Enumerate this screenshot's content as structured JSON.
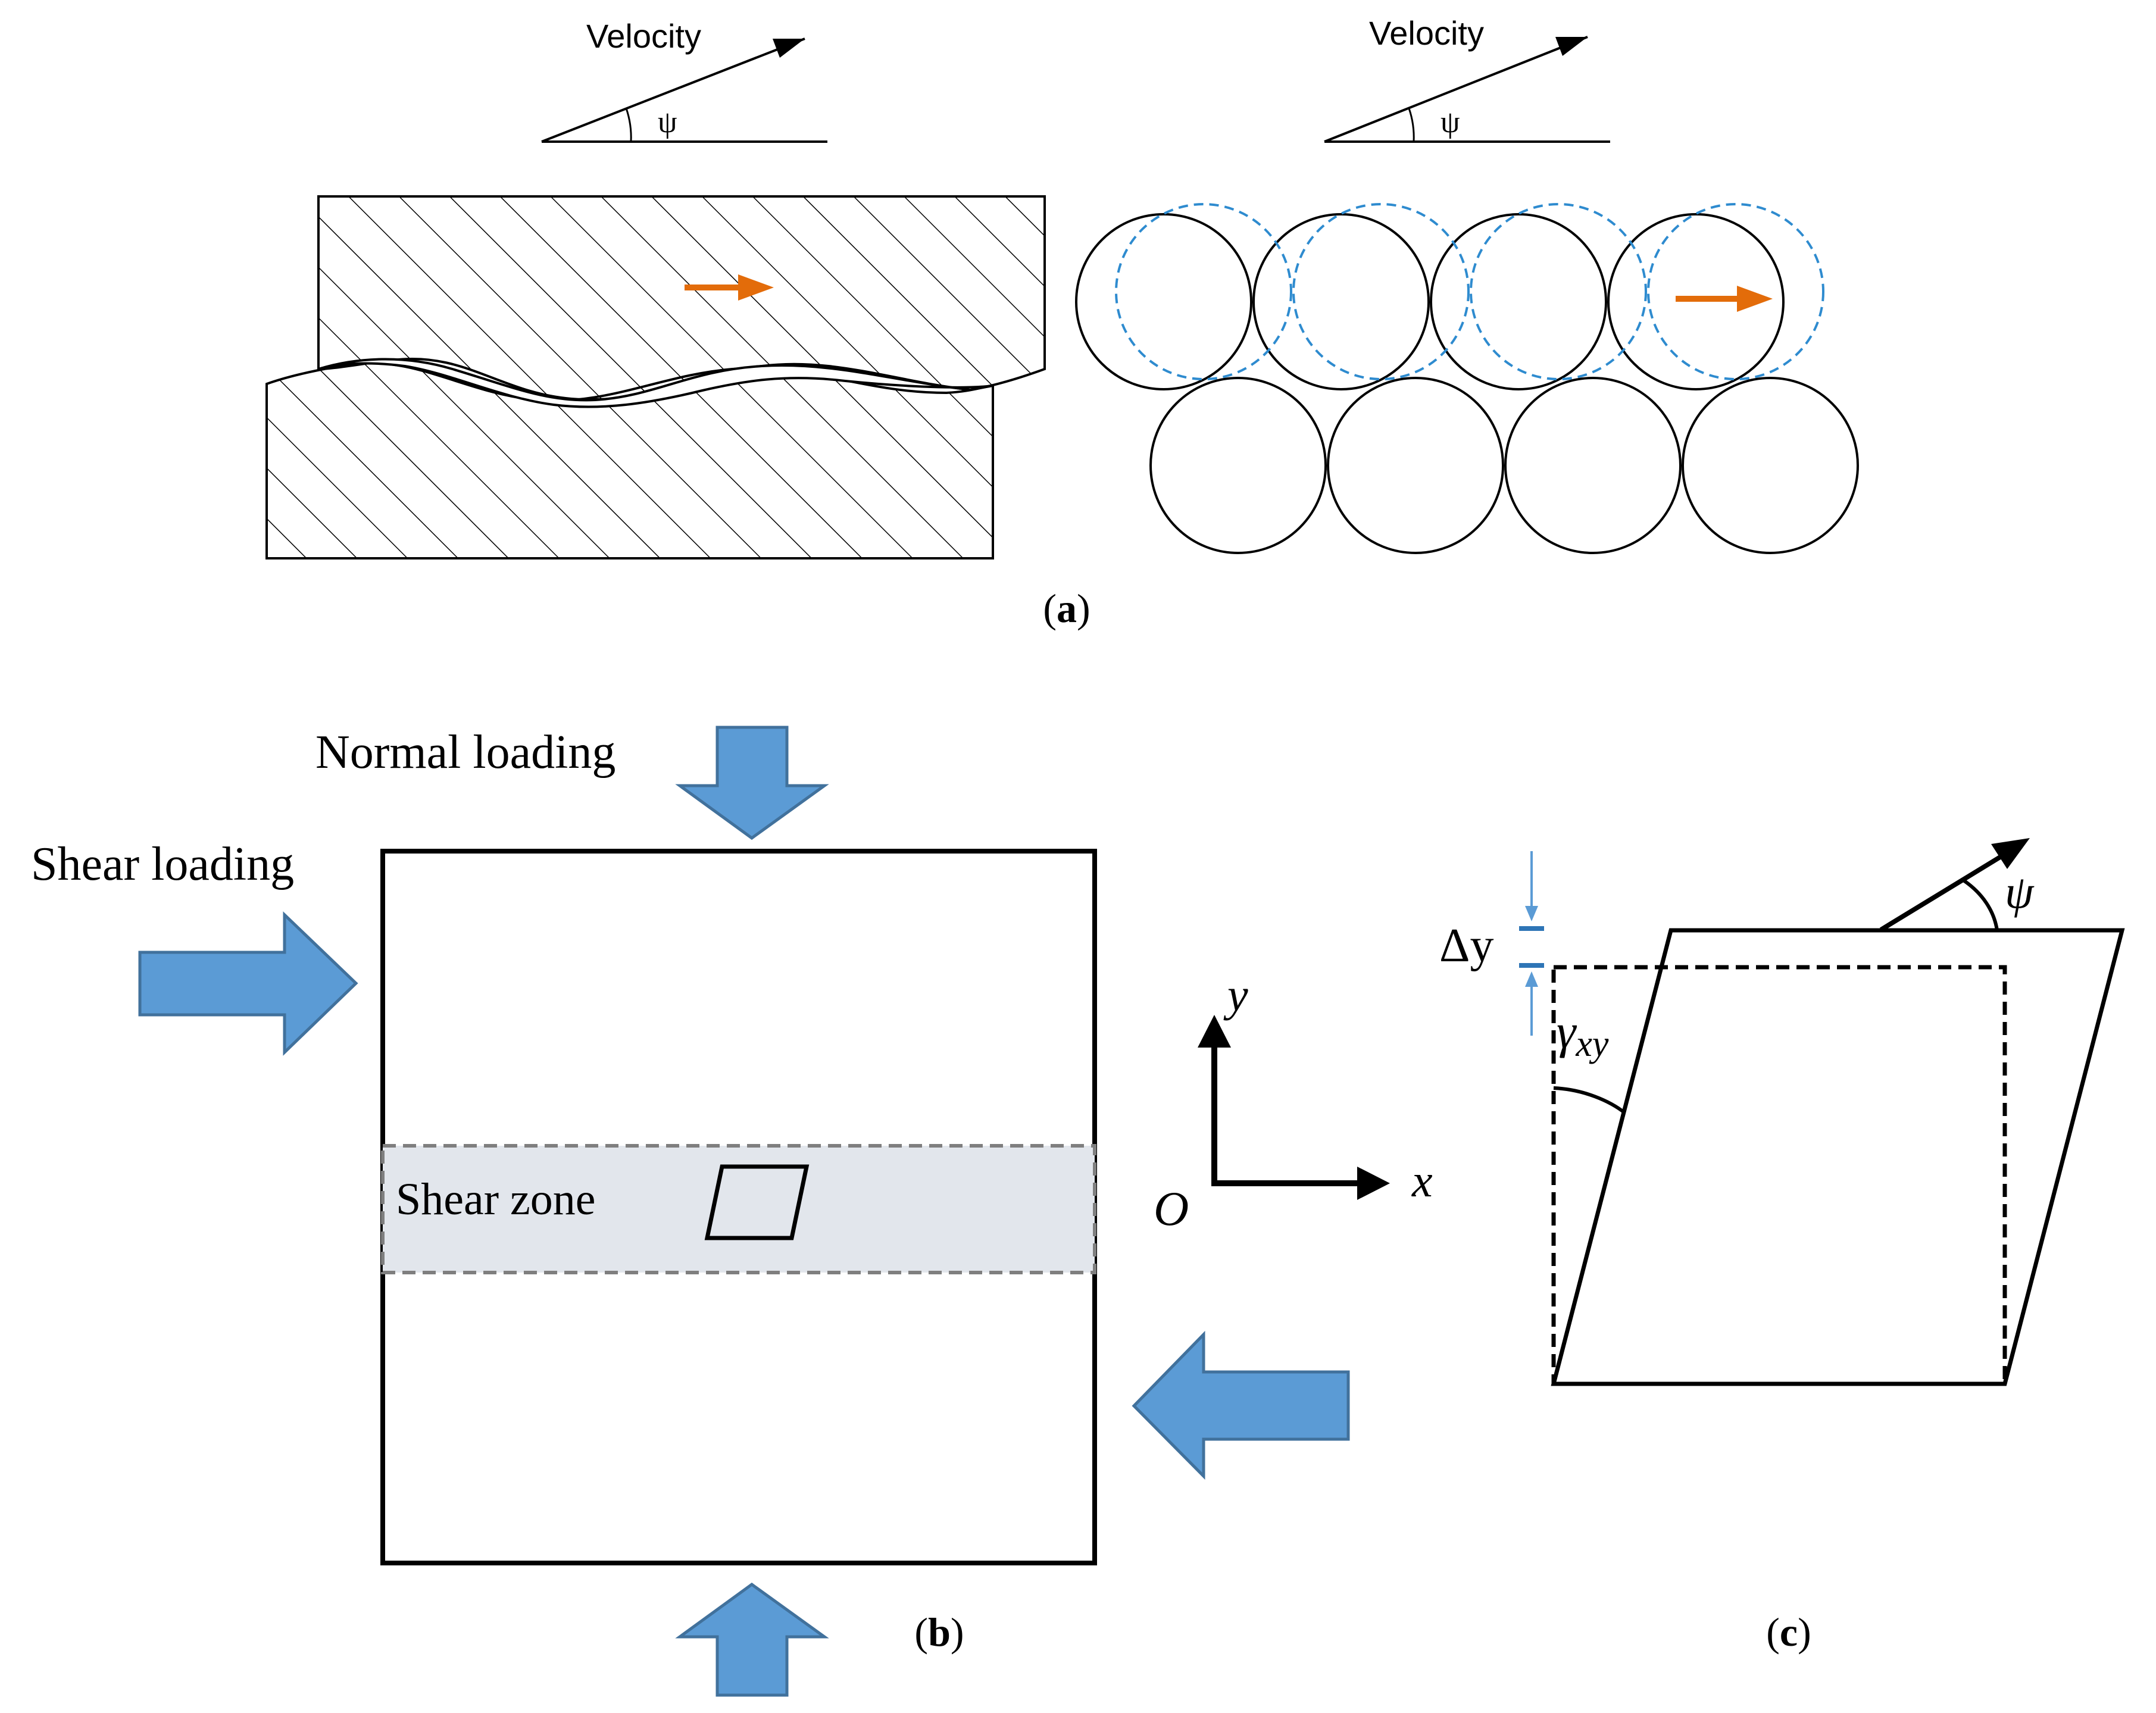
{
  "panel_a": {
    "velocity_label_left": "Velocity",
    "velocity_label_right": "Velocity",
    "psi_left": "ψ",
    "psi_right": "ψ",
    "caption_open": "(",
    "caption_letter": "a",
    "caption_close": ")"
  },
  "panel_b": {
    "normal_loading": "Normal loading",
    "shear_loading": "Shear loading",
    "shear_zone": "Shear zone",
    "axis_y": "y",
    "axis_x": "x",
    "origin": "O",
    "caption_open": "(",
    "caption_letter": "b",
    "caption_close": ")"
  },
  "panel_c": {
    "delta_y": "Δy",
    "gamma": "γ",
    "gamma_sub": "xy",
    "psi": "ψ",
    "caption_open": "(",
    "caption_letter": "c",
    "caption_close": ")"
  },
  "colors": {
    "arrow_blue_fill": "#5b9bd5",
    "arrow_blue_stroke": "#41719c",
    "orange": "#e36c0a",
    "dashed_blue": "#2e8bcf",
    "shear_zone_fill": "#e2e6ec",
    "line": "#000000"
  }
}
